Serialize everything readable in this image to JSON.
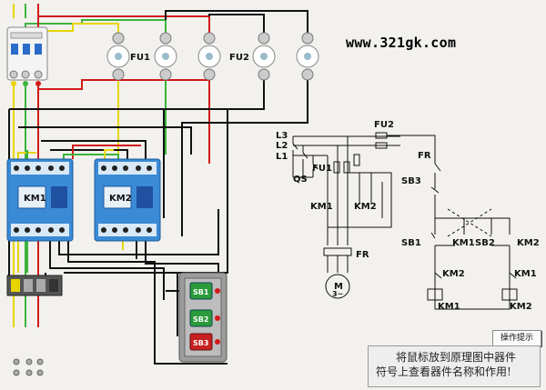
{
  "website": "www.321gk.com",
  "hint_button": "操作提示",
  "instruction": {
    "line1": "将鼠标放到原理图中器件",
    "line2": "符号上查看器件名称和作用!"
  },
  "wiring": {
    "fuse_labels": [
      "FU1",
      "FU2"
    ],
    "contactors": [
      "KM1",
      "KM2"
    ],
    "buttons": [
      "SB1",
      "SB2",
      "SB3"
    ]
  },
  "schematic": {
    "phases": [
      "L3",
      "L2",
      "L1"
    ],
    "qs": "QS",
    "fu1": "FU1",
    "fu2": "FU2",
    "km1": "KM1",
    "km2": "KM2",
    "fr": "FR",
    "motor": "M",
    "motor_sub": "3~",
    "sb3": "SB3",
    "sb1": "SB1",
    "sb2": "SB2",
    "ctrl_km1": "KM1",
    "ctrl_km2": "KM2",
    "coil_km1": "KM1",
    "coil_km2": "KM2",
    "fr_ctrl": "FR",
    "km1_right": "KM1",
    "km2_left": "KM2",
    "km1_hold": "KM1",
    "km2_hold": "KM2"
  },
  "colors": {
    "yellow": "#e8d400",
    "green": "#3cb43c",
    "red": "#d21a1a",
    "black": "#111111",
    "device_blue": "#2e7fd0"
  }
}
